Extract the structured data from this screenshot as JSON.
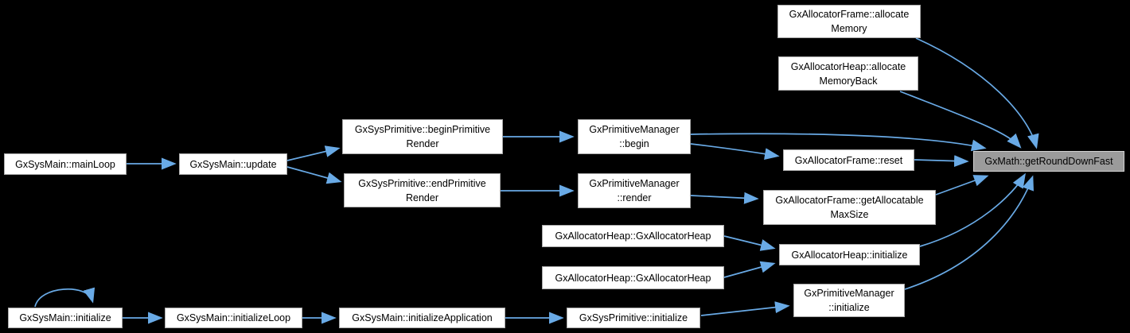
{
  "diagram": {
    "type": "caller-graph",
    "target_function": "GxMath::getRoundDownFast",
    "colors": {
      "bg": "#000000",
      "edge": "#69aae6",
      "node_fill": "#ffffff",
      "node_border": "#a9a9a9",
      "hl_fill": "#9b9b9b",
      "hl_border": "#d2d2d2",
      "text": "#000000"
    },
    "nodes": [
      {
        "id": "gxsysmain-mainloop",
        "label": "GxSysMain::mainLoop"
      },
      {
        "id": "gxsysmain-update",
        "label": "GxSysMain::update"
      },
      {
        "id": "gxsysprimitive-beginprimitiverender",
        "label": "GxSysPrimitive::beginPrimitive\nRender"
      },
      {
        "id": "gxsysprimitive-endprimitiverender",
        "label": "GxSysPrimitive::endPrimitive\nRender"
      },
      {
        "id": "gxprimitivemanager-begin",
        "label": "GxPrimitiveManager\n::begin"
      },
      {
        "id": "gxprimitivemanager-render",
        "label": "GxPrimitiveManager\n::render"
      },
      {
        "id": "gxallocatorframe-allocatememory",
        "label": "GxAllocatorFrame::allocate\nMemory"
      },
      {
        "id": "gxallocatorheap-allocatememoryback",
        "label": "GxAllocatorHeap::allocate\nMemoryBack"
      },
      {
        "id": "gxallocatorframe-reset",
        "label": "GxAllocatorFrame::reset"
      },
      {
        "id": "gxallocatorframe-getallocatablemaxsize",
        "label": "GxAllocatorFrame::getAllocatable\nMaxSize"
      },
      {
        "id": "gxallocatorheap-ctor-1",
        "label": "GxAllocatorHeap::GxAllocatorHeap"
      },
      {
        "id": "gxallocatorheap-ctor-2",
        "label": "GxAllocatorHeap::GxAllocatorHeap"
      },
      {
        "id": "gxallocatorheap-initialize",
        "label": "GxAllocatorHeap::initialize"
      },
      {
        "id": "gxprimitivemanager-initialize",
        "label": "GxPrimitiveManager\n::initialize"
      },
      {
        "id": "gxsysmain-initialize",
        "label": "GxSysMain::initialize"
      },
      {
        "id": "gxsysmain-initializeloop",
        "label": "GxSysMain::initializeLoop"
      },
      {
        "id": "gxsysmain-initializeapplication",
        "label": "GxSysMain::initializeApplication"
      },
      {
        "id": "gxsysprimitive-initialize",
        "label": "GxSysPrimitive::initialize"
      },
      {
        "id": "gxmath-getrounddownfast",
        "label": "GxMath::getRoundDownFast"
      }
    ],
    "edges": [
      {
        "from": "GxSysMain::mainLoop",
        "to": "GxSysMain::update"
      },
      {
        "from": "GxSysMain::update",
        "to": "GxSysPrimitive::beginPrimitiveRender"
      },
      {
        "from": "GxSysMain::update",
        "to": "GxSysPrimitive::endPrimitiveRender"
      },
      {
        "from": "GxSysPrimitive::beginPrimitiveRender",
        "to": "GxPrimitiveManager::begin"
      },
      {
        "from": "GxSysPrimitive::endPrimitiveRender",
        "to": "GxPrimitiveManager::render"
      },
      {
        "from": "GxPrimitiveManager::begin",
        "to": "GxAllocatorFrame::reset"
      },
      {
        "from": "GxPrimitiveManager::begin",
        "to": "GxMath::getRoundDownFast"
      },
      {
        "from": "GxAllocatorFrame::reset",
        "to": "GxMath::getRoundDownFast"
      },
      {
        "from": "GxPrimitiveManager::render",
        "to": "GxAllocatorFrame::getAllocatableMaxSize"
      },
      {
        "from": "GxAllocatorFrame::getAllocatableMaxSize",
        "to": "GxMath::getRoundDownFast"
      },
      {
        "from": "GxAllocatorFrame::allocateMemory",
        "to": "GxMath::getRoundDownFast"
      },
      {
        "from": "GxAllocatorHeap::allocateMemoryBack",
        "to": "GxMath::getRoundDownFast"
      },
      {
        "from": "GxAllocatorHeap::GxAllocatorHeap",
        "to": "GxAllocatorHeap::initialize"
      },
      {
        "from": "GxAllocatorHeap::GxAllocatorHeap",
        "to": "GxAllocatorHeap::initialize"
      },
      {
        "from": "GxAllocatorHeap::initialize",
        "to": "GxMath::getRoundDownFast"
      },
      {
        "from": "GxPrimitiveManager::initialize",
        "to": "GxMath::getRoundDownFast"
      },
      {
        "from": "GxSysMain::initialize",
        "to": "GxSysMain::initialize"
      },
      {
        "from": "GxSysMain::initialize",
        "to": "GxSysMain::initializeLoop"
      },
      {
        "from": "GxSysMain::initializeLoop",
        "to": "GxSysMain::initializeApplication"
      },
      {
        "from": "GxSysMain::initializeApplication",
        "to": "GxSysPrimitive::initialize"
      },
      {
        "from": "GxSysPrimitive::initialize",
        "to": "GxPrimitiveManager::initialize"
      }
    ]
  }
}
